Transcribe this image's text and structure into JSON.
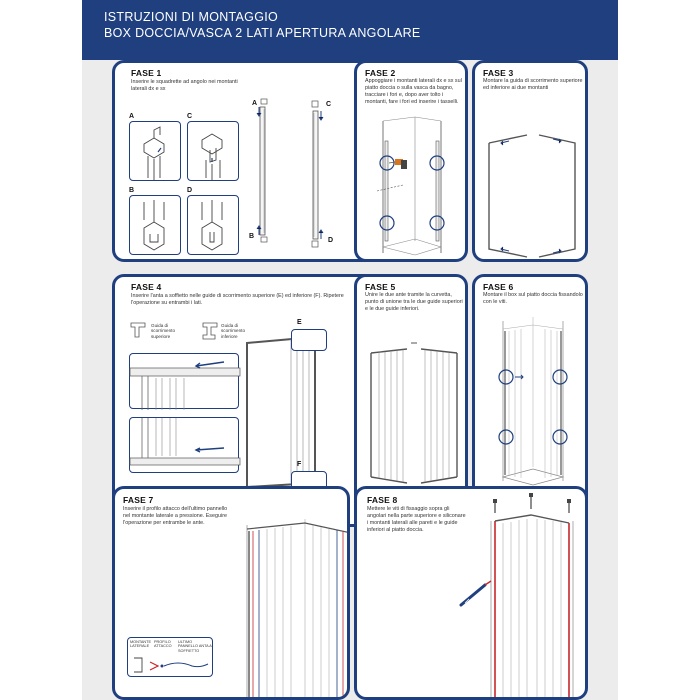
{
  "header": {
    "title_line1": "ISTRUZIONI DI MONTAGGIO",
    "title_line2": "BOX DOCCIA/VASCA 2 LATI APERTURA ANGOLARE"
  },
  "fase1": {
    "title": "FASE 1",
    "text": "Inserire le squadrette ad angolo nei montanti laterali dx e sx",
    "labels": {
      "a": "A",
      "b": "B",
      "c": "C",
      "d": "D"
    }
  },
  "fase2": {
    "title": "FASE 2",
    "text": "Appoggiare i montanti laterali dx e sx sul piatto doccia o sulla vasca da bagno, tracciare i fori e, dopo aver tolto i montanti, fare i fori ed inserire i tasselli."
  },
  "fase3": {
    "title": "FASE 3",
    "text": "Montare la guida di scorrimento superiore ed inferiore ai due montanti"
  },
  "fase4": {
    "title": "FASE 4",
    "text": "Inserire l'anta a soffietto nelle guide di scorrimento superiore (E) ed inferiore (F). Ripetere l'operazione su entrambi i lati.",
    "legend_top": "Guida di scorrimento superiore",
    "legend_bottom": "Guida di scorrimento inferiore",
    "labels": {
      "e": "E",
      "f": "F"
    }
  },
  "fase5": {
    "title": "FASE 5",
    "text": "Unire le due ante tramite la curvetta, punto di unione tra le due guide superiori e le due guide inferiori."
  },
  "fase6": {
    "title": "FASE 6",
    "text": "Montare il box sul piatto doccia fissandolo con le viti."
  },
  "fase7": {
    "title": "FASE 7",
    "text": "Inserire il profilo attacco dell'ultimo pannello nel montante laterale a pressione. Eseguire l'operazione per entrambe le ante.",
    "legend": {
      "montante": "MONTANTE LATERALE",
      "profilo": "PROFILO ATTACCO",
      "pannello": "ULTIMO PANNELLO ANTA A SOFFIETTO"
    }
  },
  "fase8": {
    "title": "FASE 8",
    "text": "Mettere le viti di fissaggio sopra gli angolari nella parte superiore e siliconare i montanti laterali alle pareti e le guide inferiori al piatto doccia."
  },
  "colors": {
    "brand": "#1f3f7f",
    "accent_red": "#c7262a",
    "background": "#ececec"
  }
}
